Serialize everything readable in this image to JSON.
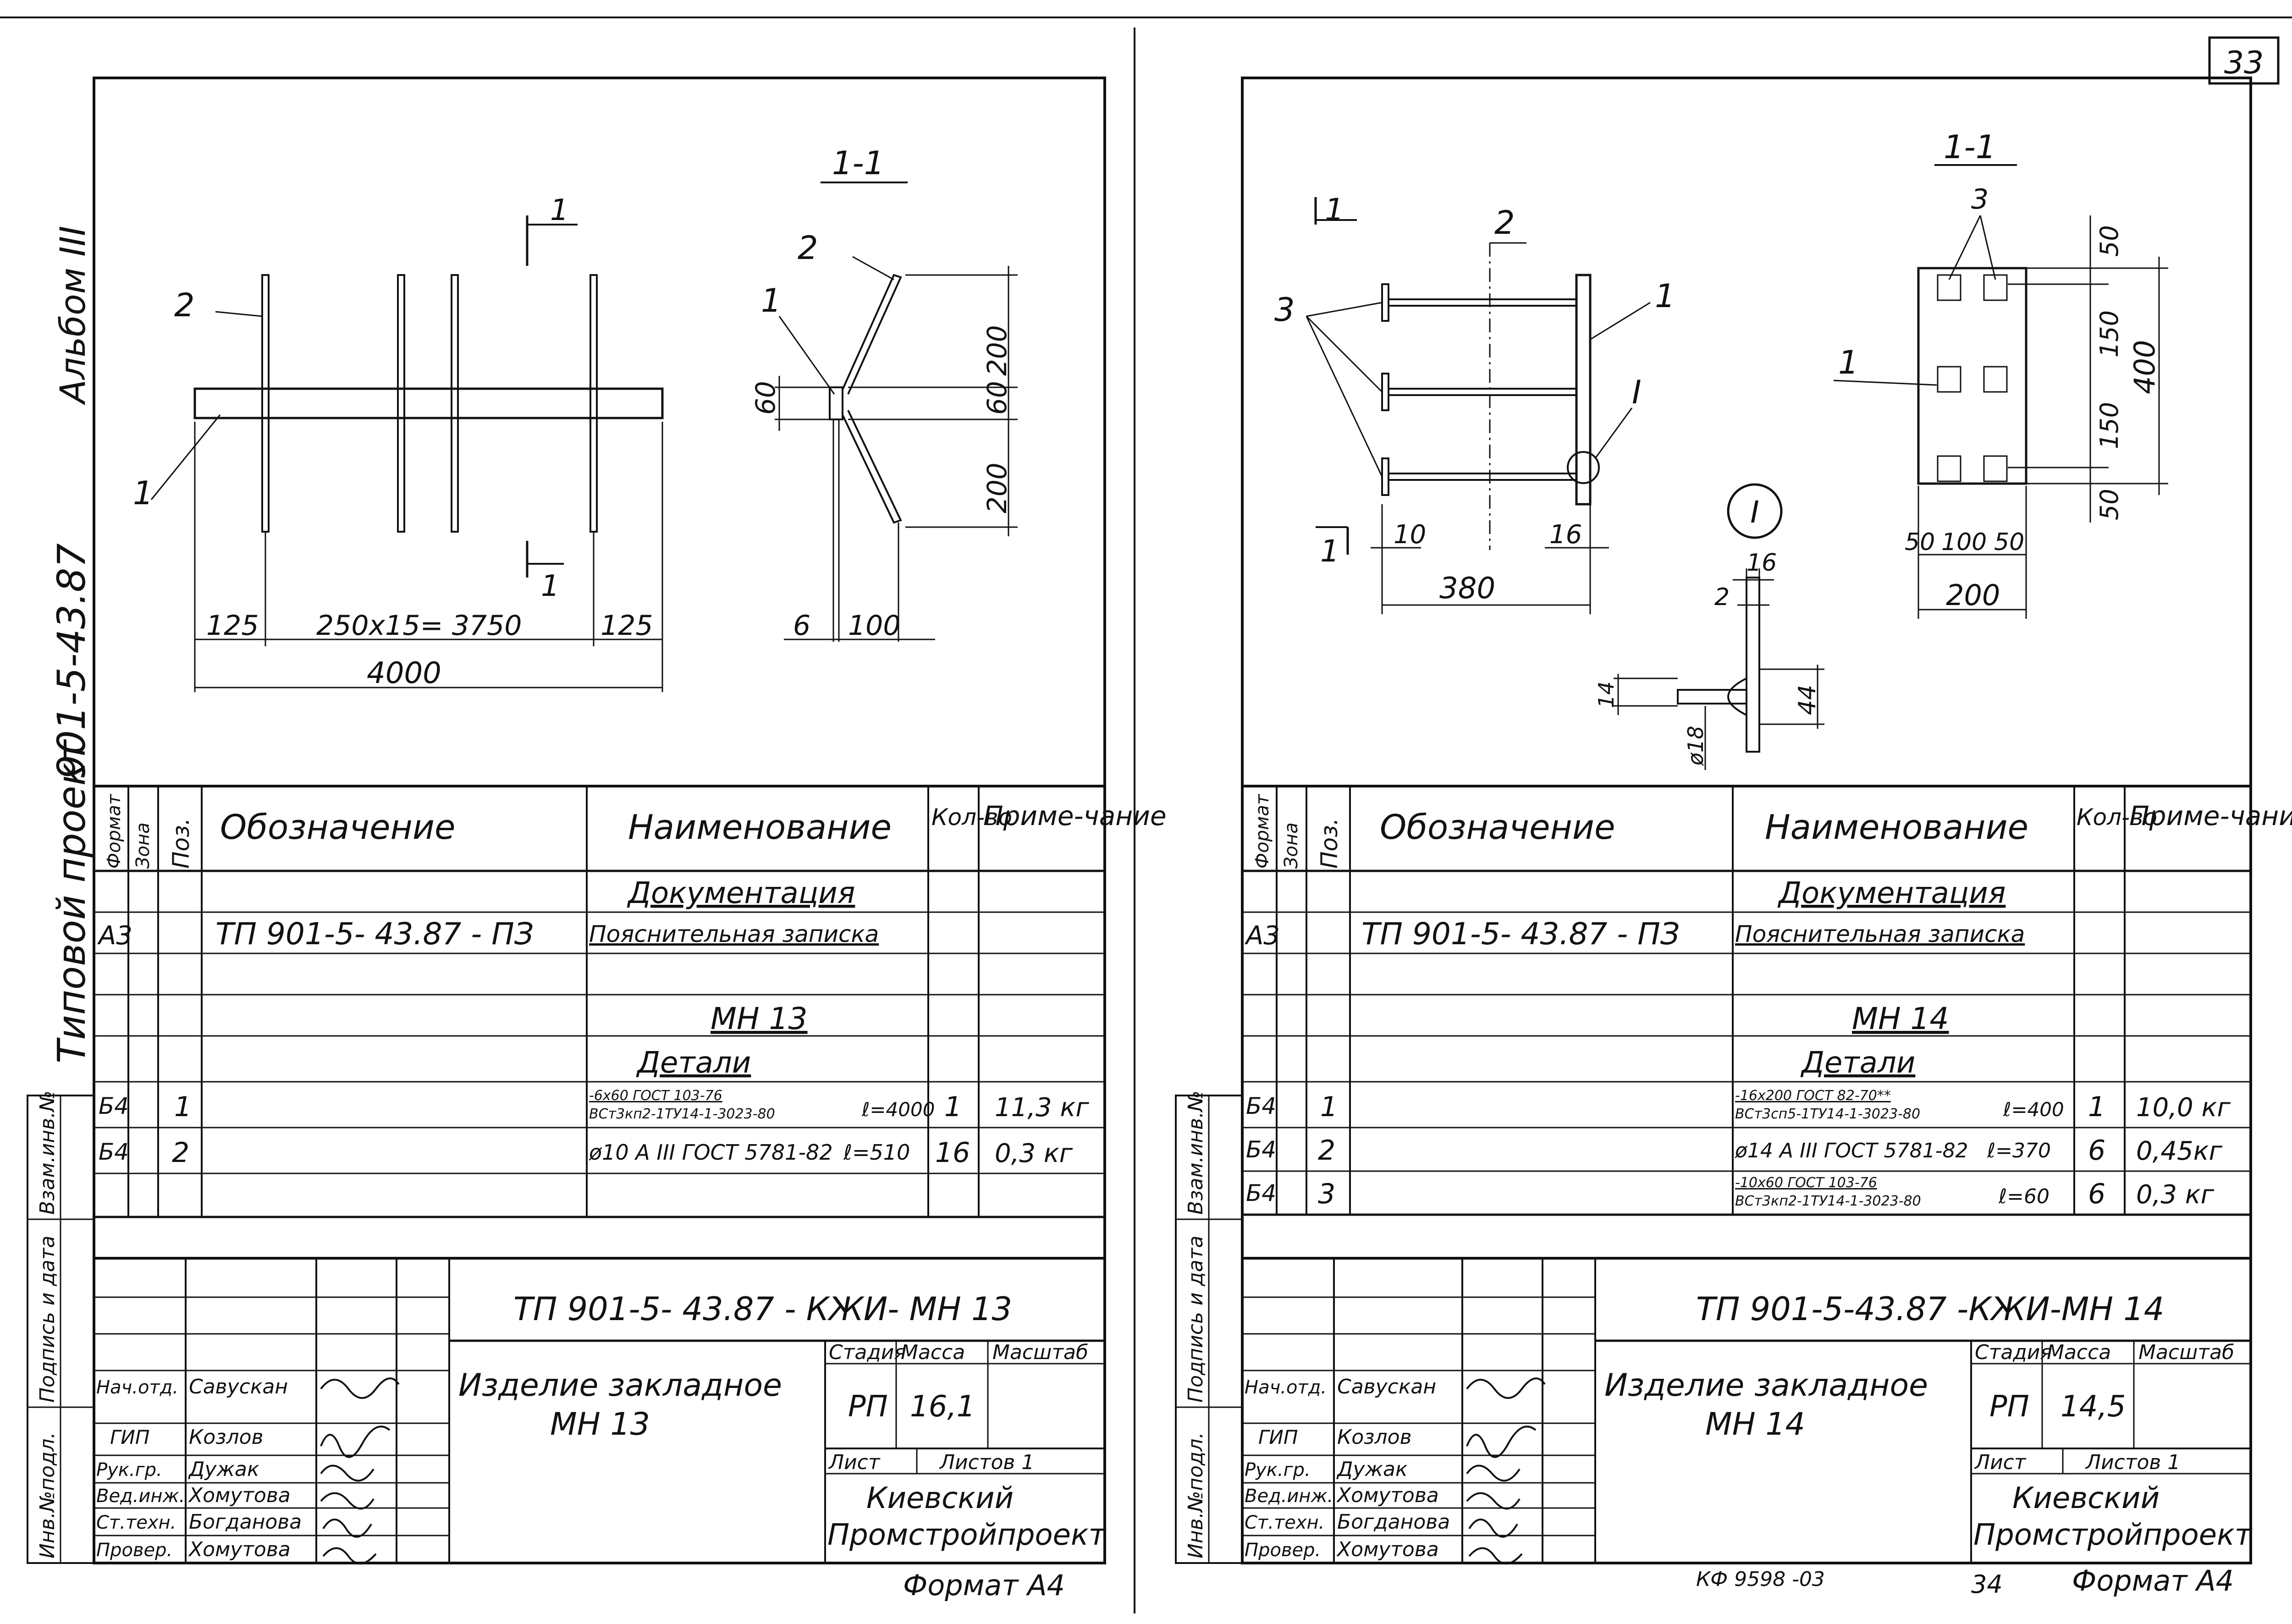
{
  "page_number": "33",
  "bottom_code": "КФ 9598 -03",
  "bottom_small_number": "34",
  "format_label": "Формат А4",
  "side": {
    "album": "Альбом III",
    "project": "901-5-43.87",
    "typical": "Типовой проект",
    "vz": "Взам.инв.№",
    "podpis": "Подпись и дата",
    "inv": "Инв.№подл."
  },
  "table_headers": {
    "format": "Формат",
    "zone": "Зона",
    "pos": "Поз.",
    "designation": "Обозначение",
    "name": "Наименование",
    "qty": "Кол-во",
    "note": "Приме-чание"
  },
  "sheets": [
    {
      "section": "1-1",
      "drawing_labels": {
        "pos1": "1",
        "pos2": "2",
        "cut": "1",
        "dim_left": "125",
        "dim_mid": "250x15= 3750",
        "dim_right": "125",
        "dim_total": "4000",
        "sec_200_top": "200",
        "sec_60": "60",
        "sec_200_bot": "200",
        "sec_60_left": "60",
        "sec_6": "6",
        "sec_100": "100"
      },
      "docs_heading": "Документация",
      "doc_row": {
        "format": "А3",
        "designation": "ТП 901-5- 43.87 - ПЗ",
        "name": "Пояснительная записка"
      },
      "product_heading": "МН 13",
      "details_heading": "Детали",
      "items": [
        {
          "format": "Б4",
          "pos": "1",
          "name1": "-6x60 ГОСТ 103-76",
          "name2": "ВСт3кп2-1ТУ14-1-3023-80",
          "len": "ℓ=4000",
          "qty": "1",
          "note": "11,3 кг"
        },
        {
          "format": "Б4",
          "pos": "2",
          "name1": "ø10 А III ГОСТ 5781-82",
          "name2": "",
          "len": "ℓ=510",
          "qty": "16",
          "note": "0,3 кг"
        }
      ],
      "title_code": "ТП 901-5- 43.87 - КЖИ- МН 13",
      "title_name": "Изделие закладное",
      "title_name2": "МН 13",
      "stage_label": "Стадия",
      "mass_label": "Масса",
      "scale_label": "Масштаб",
      "stage": "РП",
      "mass": "16,1",
      "sheet_label": "Лист",
      "sheets_label": "Листов 1",
      "org1": "Киевский",
      "org2": "Промстройпроект",
      "roles": [
        "Нач.отд.",
        "ГИП",
        "Рук.гр.",
        "Вед.инж.",
        "Ст.техн.",
        "Провер."
      ],
      "people": [
        "Савускан",
        "Козлов",
        "Дужак",
        "Хомутова",
        "Богданова",
        "Хомутова"
      ]
    },
    {
      "section": "1-1",
      "drawing_labels": {
        "pos1": "1",
        "pos2": "2",
        "pos3": "3",
        "cut": "1",
        "node": "I",
        "dim_10": "10",
        "dim_16": "16",
        "dim_380": "380",
        "d_50a": "50",
        "d_150a": "150",
        "d_150b": "150",
        "d_50b": "50",
        "d_400": "400",
        "d_50c": "50",
        "d_100": "100",
        "d_50d": "50",
        "d_200": "200",
        "n_16": "16",
        "n_2": "2",
        "n_14": "14",
        "n_44": "44",
        "n_18": "ø18"
      },
      "docs_heading": "Документация",
      "doc_row": {
        "format": "А3",
        "designation": "ТП 901-5- 43.87 - ПЗ",
        "name": "Пояснительная записка"
      },
      "product_heading": "МН 14",
      "details_heading": "Детали",
      "items": [
        {
          "format": "Б4",
          "pos": "1",
          "name1": "-16x200 ГОСТ 82-70**",
          "name2": "ВСт3сп5-1ТУ14-1-3023-80",
          "len": "ℓ=400",
          "qty": "1",
          "note": "10,0 кг"
        },
        {
          "format": "Б4",
          "pos": "2",
          "name1": "ø14 А III ГОСТ 5781-82",
          "name2": "",
          "len": "ℓ=370",
          "qty": "6",
          "note": "0,45кг"
        },
        {
          "format": "Б4",
          "pos": "3",
          "name1": "-10x60 ГОСТ 103-76",
          "name2": "ВСт3кп2-1ТУ14-1-3023-80",
          "len": "ℓ=60",
          "qty": "6",
          "note": "0,3 кг"
        }
      ],
      "title_code": "ТП 901-5-43.87 -КЖИ-МН 14",
      "title_name": "Изделие закладное",
      "title_name2": "МН 14",
      "stage_label": "Стадия",
      "mass_label": "Масса",
      "scale_label": "Масштаб",
      "stage": "РП",
      "mass": "14,5",
      "sheet_label": "Лист",
      "sheets_label": "Листов 1",
      "org1": "Киевский",
      "org2": "Промстройпроект",
      "roles": [
        "Нач.отд.",
        "ГИП",
        "Рук.гр.",
        "Вед.инж.",
        "Ст.техн.",
        "Провер."
      ],
      "people": [
        "Савускан",
        "Козлов",
        "Дужак",
        "Хомутова",
        "Богданова",
        "Хомутова"
      ]
    }
  ]
}
